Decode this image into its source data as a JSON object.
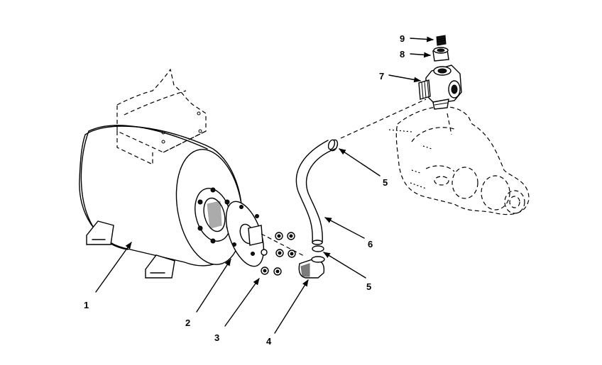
{
  "callouts": {
    "c1": "1",
    "c2": "2",
    "c3": "3",
    "c4": "4",
    "c5a": "5",
    "c5b": "5",
    "c6": "6",
    "c7": "7",
    "c8": "8",
    "c9": "9"
  }
}
